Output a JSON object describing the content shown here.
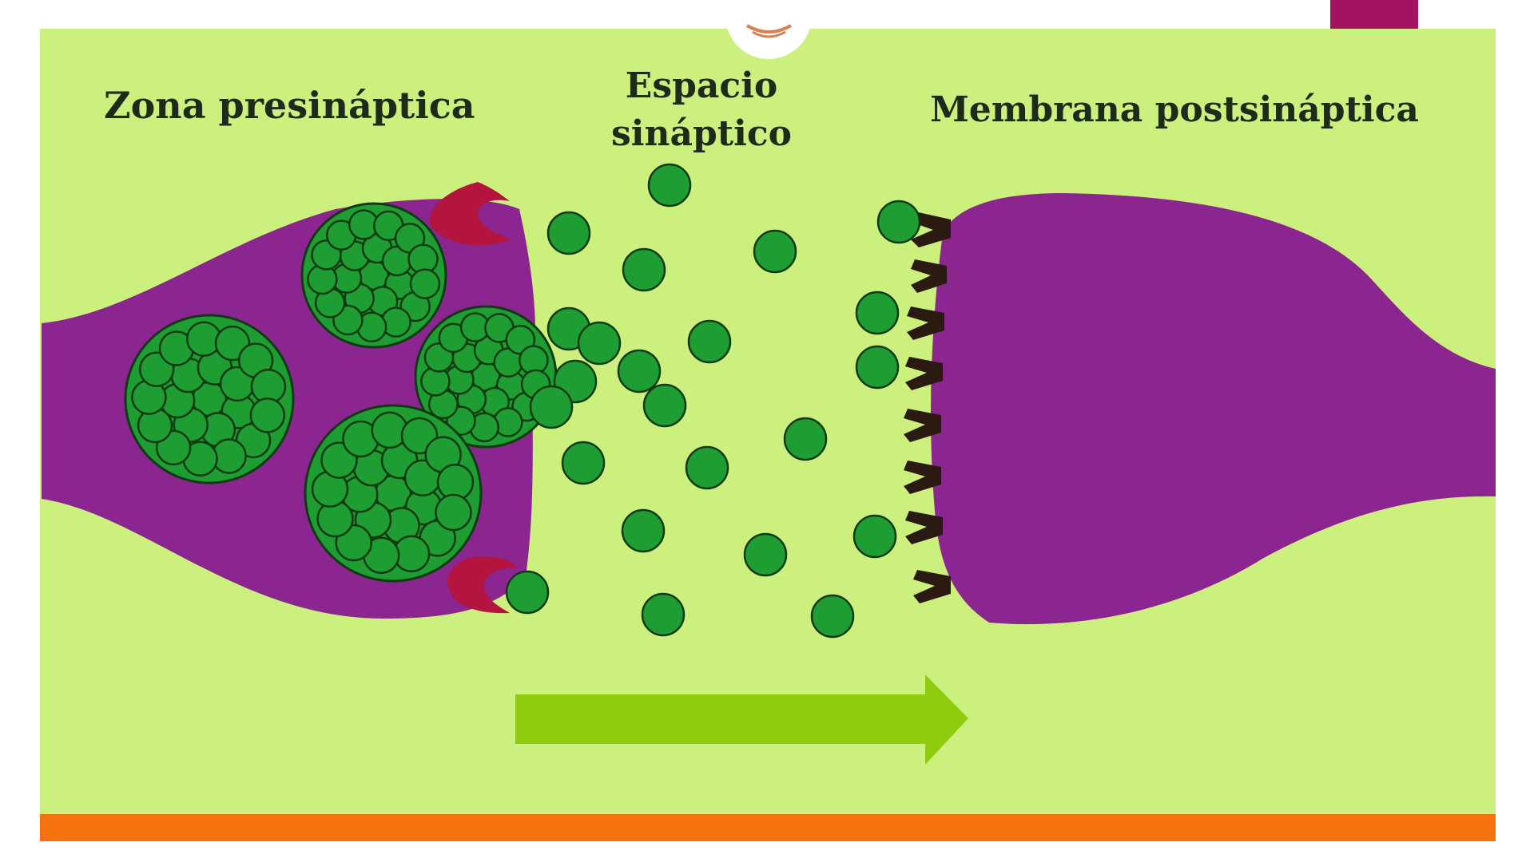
{
  "labels": {
    "presynaptic": "Zona presináptica",
    "cleft_line1": "Espacio",
    "cleft_line2": "sináptico",
    "postsynaptic": "Membrana postsináptica"
  },
  "colors": {
    "background": "#ccf07e",
    "neuron": "#8b2590",
    "vesicle": "#1e9e32",
    "vesicle_outline": "#0f3a12",
    "pump": "#b3153e",
    "receptor": "#2a1a12",
    "arrow": "#8fcc10",
    "bottom_bar": "#f5720f",
    "corner_tab": "#a31460"
  },
  "icons": [
    "logo-mark-icon",
    "direction-arrow-icon"
  ]
}
